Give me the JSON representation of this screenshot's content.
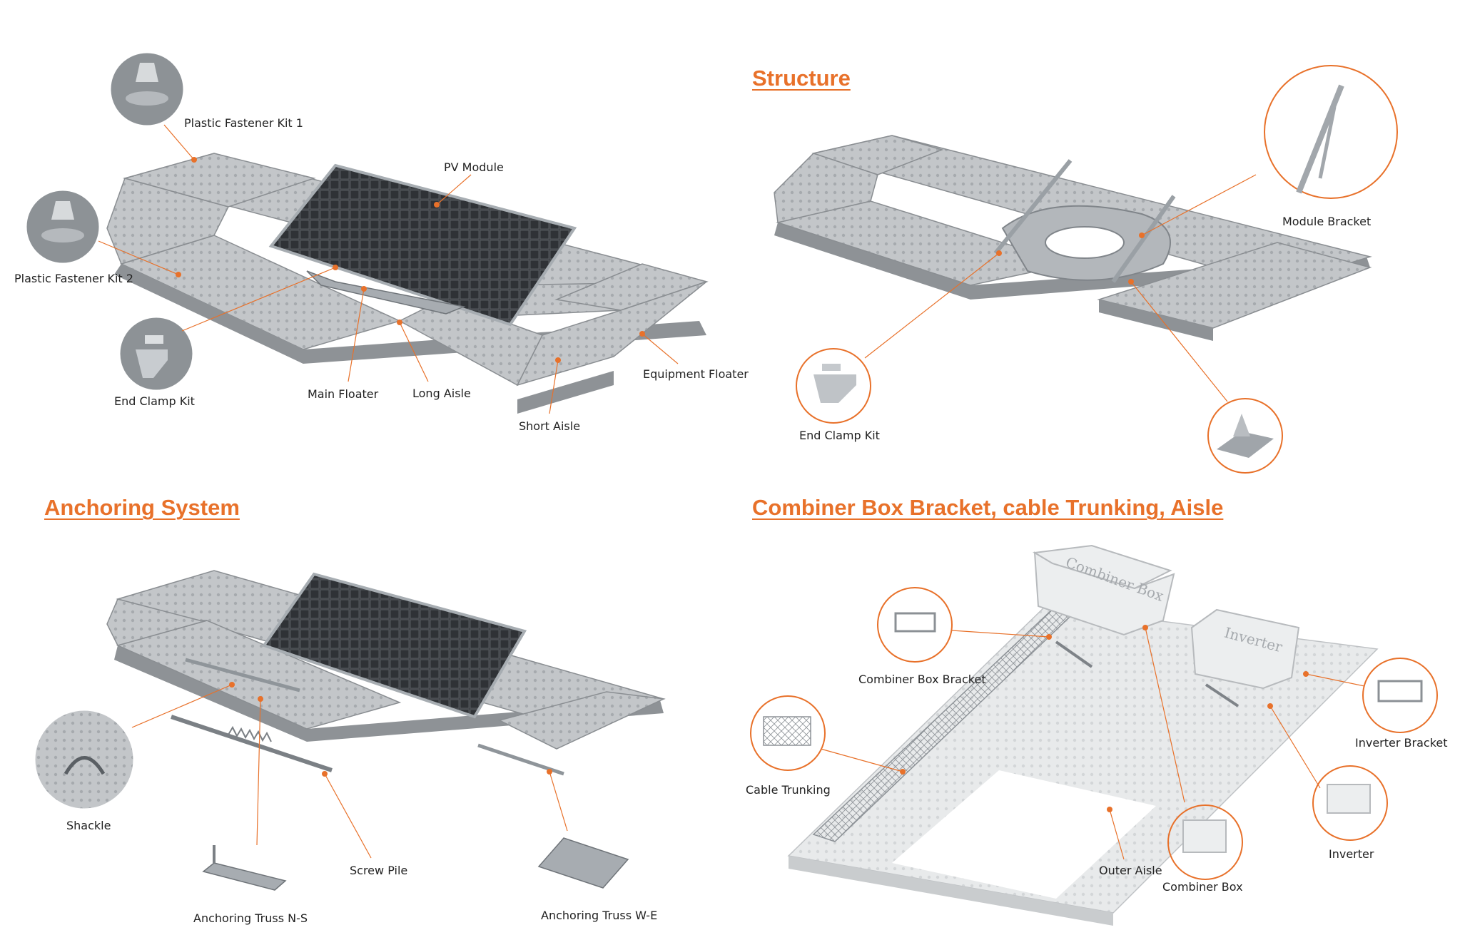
{
  "titles": {
    "structure": "Structure",
    "anchoring": "Anchoring System",
    "combiner": "Combiner Box Bracket, cable Trunking, Aisle"
  },
  "panel1": {
    "plastic_fastener_kit_1": "Plastic Fastener Kit 1",
    "plastic_fastener_kit_2": "Plastic Fastener Kit 2",
    "pv_module": "PV Module",
    "end_clamp_kit": "End Clamp Kit",
    "main_floater": "Main Floater",
    "long_aisle": "Long Aisle",
    "equipment_floater": "Equipment Floater",
    "short_aisle": "Short Aisle"
  },
  "panel2": {
    "module_bracket": "Module Bracket",
    "end_clamp_kit": "End Clamp Kit"
  },
  "panel3": {
    "shackle": "Shackle",
    "screw_pile": "Screw Pile",
    "anchoring_truss_ns": "Anchoring Truss N-S",
    "anchoring_truss_we": "Anchoring Truss W-E"
  },
  "panel4": {
    "combiner_box_bracket": "Combiner Box Bracket",
    "cable_trunking": "Cable Trunking",
    "outer_aisle": "Outer Aisle",
    "combiner_box": "Combiner Box",
    "inverter_bracket": "Inverter Bracket",
    "inverter": "Inverter",
    "box_combiner_text": "Combiner Box",
    "box_inverter_text": "Inverter"
  },
  "colors": {
    "accent": "#e8712a",
    "floater": "#b9bcbf",
    "panel": "#3c3f43"
  }
}
